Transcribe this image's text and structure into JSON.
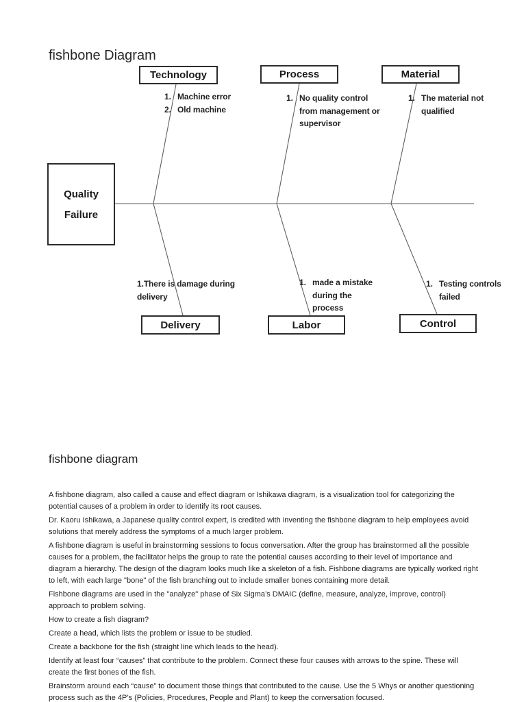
{
  "diagram": {
    "title": "fishbone Diagram",
    "effect": {
      "line1": "Quality",
      "line2": "Failure"
    },
    "top_categories": [
      {
        "label": "Technology",
        "causes": [
          {
            "num": "1.",
            "text": "Machine error"
          },
          {
            "num": "2.",
            "text": "Old machine"
          }
        ]
      },
      {
        "label": "Process",
        "causes": [
          {
            "num": "1.",
            "text": "No quality control from management or supervisor"
          }
        ]
      },
      {
        "label": "Material",
        "causes": [
          {
            "num": "1.",
            "text": "The material not qualified"
          }
        ]
      }
    ],
    "bottom_categories": [
      {
        "label": "Delivery",
        "causes": [
          {
            "num": "1.",
            "text": "There is damage during delivery"
          }
        ]
      },
      {
        "label": "Labor",
        "causes": [
          {
            "num": "1.",
            "text": "made a mistake during the process"
          }
        ]
      },
      {
        "label": "Control",
        "causes": [
          {
            "num": "1.",
            "text": "Testing controls failed"
          }
        ]
      }
    ]
  },
  "article": {
    "heading": "fishbone diagram",
    "paragraphs": [
      "A fishbone diagram, also called a cause and effect diagram or Ishikawa diagram, is a visualization tool for categorizing the potential causes of a problem in order to identify its root causes.",
      "Dr. Kaoru Ishikawa, a Japanese quality control expert, is credited with inventing the fishbone diagram to help employees avoid solutions that merely address the symptoms of a much larger problem.",
      "A fishbone diagram is useful in brainstorming sessions to focus conversation. After the group has brainstormed all the possible causes for a problem, the facilitator helps the group to rate the potential causes according to their level of importance and diagram a hierarchy. The design of the diagram looks much like a skeleton of a fish. Fishbone diagrams are typically worked right to left, with each large \"bone\" of the fish branching out to include smaller bones containing more detail.",
      "Fishbone diagrams are used in the \"analyze\" phase of Six Sigma’s DMAIC (define, measure, analyze, improve, control) approach to problem solving.",
      "How to create a fish diagram?",
      "Create a head, which lists the problem or issue to be studied.",
      "Create a backbone for the fish (straight line which leads to the head).",
      "Identify at least four “causes” that contribute to the problem. Connect these four causes with arrows to the spine. These will create the first bones of the fish.",
      "Brainstorm around each “cause” to document those things that contributed to the cause. Use the 5 Whys or another questioning process such as the 4P’s (Policies, Procedures, People and Plant) to keep the conversation focused."
    ]
  },
  "colors": {
    "spine": "#909090",
    "bone": "#5f5f5f",
    "box_border": "#2b2b2b"
  }
}
